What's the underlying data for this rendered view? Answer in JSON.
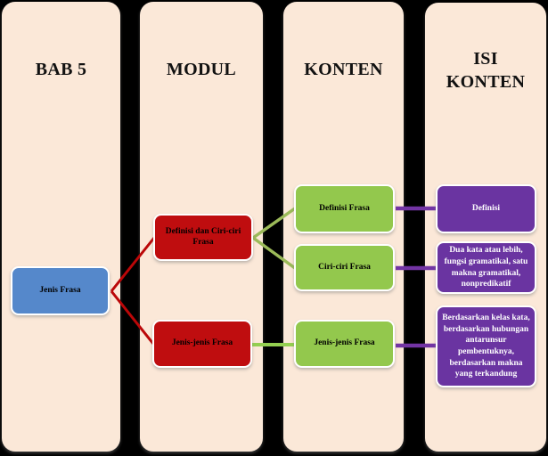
{
  "diagram": {
    "columns": [
      {
        "id": "bab5",
        "label": "BAB 5"
      },
      {
        "id": "modul",
        "label": "MODUL"
      },
      {
        "id": "konten",
        "label": "KONTEN"
      },
      {
        "id": "isi-konten",
        "label": "ISI KONTEN"
      }
    ],
    "nodes": [
      {
        "id": "jenis-frasa",
        "column": "BAB 5",
        "label": "Jenis Frasa",
        "color": "#5588cb",
        "text_color": "#000000"
      },
      {
        "id": "definisi-dan-ciri-ciri-frasa",
        "column": "MODUL",
        "label": "Definisi dan Ciri-ciri Frasa",
        "color": "#bf0d0f",
        "text_color": "#000000"
      },
      {
        "id": "jenis-jenis-frasa-modul",
        "column": "MODUL",
        "label": "Jenis-jenis Frasa",
        "color": "#bf0d0f",
        "text_color": "#000000"
      },
      {
        "id": "definisi-frasa",
        "column": "KONTEN",
        "label": "Definisi Frasa",
        "color": "#93c84d",
        "text_color": "#000000"
      },
      {
        "id": "ciri-ciri-frasa",
        "column": "KONTEN",
        "label": "Ciri-ciri Frasa",
        "color": "#93c84d",
        "text_color": "#000000"
      },
      {
        "id": "jenis-jenis-frasa-konten",
        "column": "KONTEN",
        "label": "Jenis-jenis Frasa",
        "color": "#93c84d",
        "text_color": "#000000"
      },
      {
        "id": "isi-definisi",
        "column": "ISI KONTEN",
        "label": "Definisi",
        "color": "#6a34a1",
        "text_color": "#ffffff"
      },
      {
        "id": "isi-ciri",
        "column": "ISI KONTEN",
        "label": "Dua kata atau lebih, fungsi gramatikal, satu makna gramatikal, nonpredikatif",
        "color": "#6a34a1",
        "text_color": "#ffffff"
      },
      {
        "id": "isi-jenis",
        "column": "ISI KONTEN",
        "label": "Berdasarkan kelas kata, berdasarkan hubungan antarunsur pembentuknya, berdasarkan makna yang terkandung",
        "color": "#6a34a1",
        "text_color": "#ffffff"
      }
    ],
    "edges": [
      {
        "from": "jenis-frasa",
        "to": "definisi-dan-ciri-ciri-frasa",
        "color": "#bb0708"
      },
      {
        "from": "jenis-frasa",
        "to": "jenis-jenis-frasa-modul",
        "color": "#bb0708"
      },
      {
        "from": "definisi-dan-ciri-ciri-frasa",
        "to": "definisi-frasa",
        "color": "#9cba59"
      },
      {
        "from": "definisi-dan-ciri-ciri-frasa",
        "to": "ciri-ciri-frasa",
        "color": "#9cba59"
      },
      {
        "from": "jenis-jenis-frasa-modul",
        "to": "jenis-jenis-frasa-konten",
        "color": "#94cf50"
      },
      {
        "from": "definisi-frasa",
        "to": "isi-definisi",
        "color": "#7334a4"
      },
      {
        "from": "ciri-ciri-frasa",
        "to": "isi-ciri",
        "color": "#7334a4"
      },
      {
        "from": "jenis-jenis-frasa-konten",
        "to": "isi-jenis",
        "color": "#7334a4"
      }
    ],
    "colors": {
      "background": "#000000",
      "column_fill": "#fbe8d8",
      "node_blue": "#5588cb",
      "node_red": "#bf0d0f",
      "node_green": "#93c84d",
      "node_purple": "#6a34a1",
      "edge_red": "#bb0708",
      "edge_olive": "#9cba59",
      "edge_green": "#94cf50",
      "edge_purple": "#7334a4",
      "header_text": "#111111"
    }
  }
}
